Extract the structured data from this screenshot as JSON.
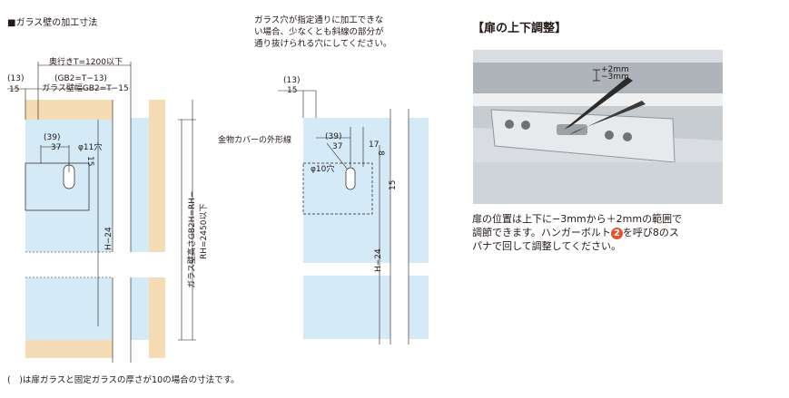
{
  "left": {
    "heading": "■ガラス壁の加工寸法",
    "dims": {
      "t13": "(13)",
      "t15": "15",
      "depth": "奥行きT=1200以下",
      "gb2_paren": "(GB2=T−13)",
      "gb2": "ガラス壁幅GB2=T−15",
      "d39": "(39)",
      "d37": "37",
      "hole": "φ11穴",
      "d15v": "15",
      "h24": "H−24",
      "wallh": "ガラス壁高さGB2H=RH−",
      "rh": "RH=2450以下"
    }
  },
  "middle": {
    "note": [
      "ガラス穴が指定通りに加工できな",
      "い場合、少なくとも斜線の部分が",
      "通り抜けられる穴にしてください。"
    ],
    "cover_label": "金物カバーの外形線",
    "dims": {
      "t13": "(13)",
      "t15": "15",
      "d39": "(39)",
      "d37": "37",
      "d17": "17",
      "d8": "8",
      "hole": "φ10穴",
      "d15": "15",
      "h24": "H−24"
    }
  },
  "right": {
    "title": "【扉の上下調整】",
    "adj_plus": "+2mm",
    "adj_minus": "−3mm",
    "desc_line1": "扉の位置は上下に−3mmから＋2mmの範囲で",
    "desc_line2a": "調節できます。ハンガーボルト",
    "badge": "2",
    "desc_line2b": "を呼び8のス",
    "desc_line3": "パナで回して調整してください。"
  },
  "footnote": "(　)は扉ガラスと固定ガラスの厚さが10の場合の寸法です。",
  "colors": {
    "glass": "#d4ebf7",
    "wood": "#f5dcb4",
    "line": "#231815",
    "badge": "#e8502a"
  }
}
